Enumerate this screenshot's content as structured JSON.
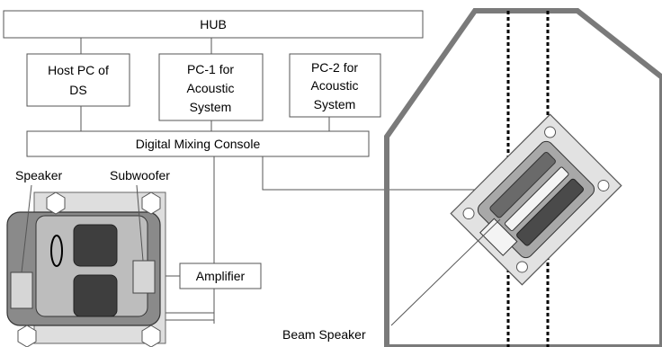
{
  "nodes": {
    "hub": "HUB",
    "host_pc": [
      "Host PC of",
      "DS"
    ],
    "pc1": [
      "PC-1 for",
      "Acoustic",
      "System"
    ],
    "pc2": [
      "PC-2 for",
      "Acoustic",
      "System"
    ],
    "mixer": "Digital Mixing Console",
    "amplifier": "Amplifier"
  },
  "labels": {
    "speaker": "Speaker",
    "subwoofer": "Subwoofer",
    "beam_speaker": "Beam Speaker"
  }
}
